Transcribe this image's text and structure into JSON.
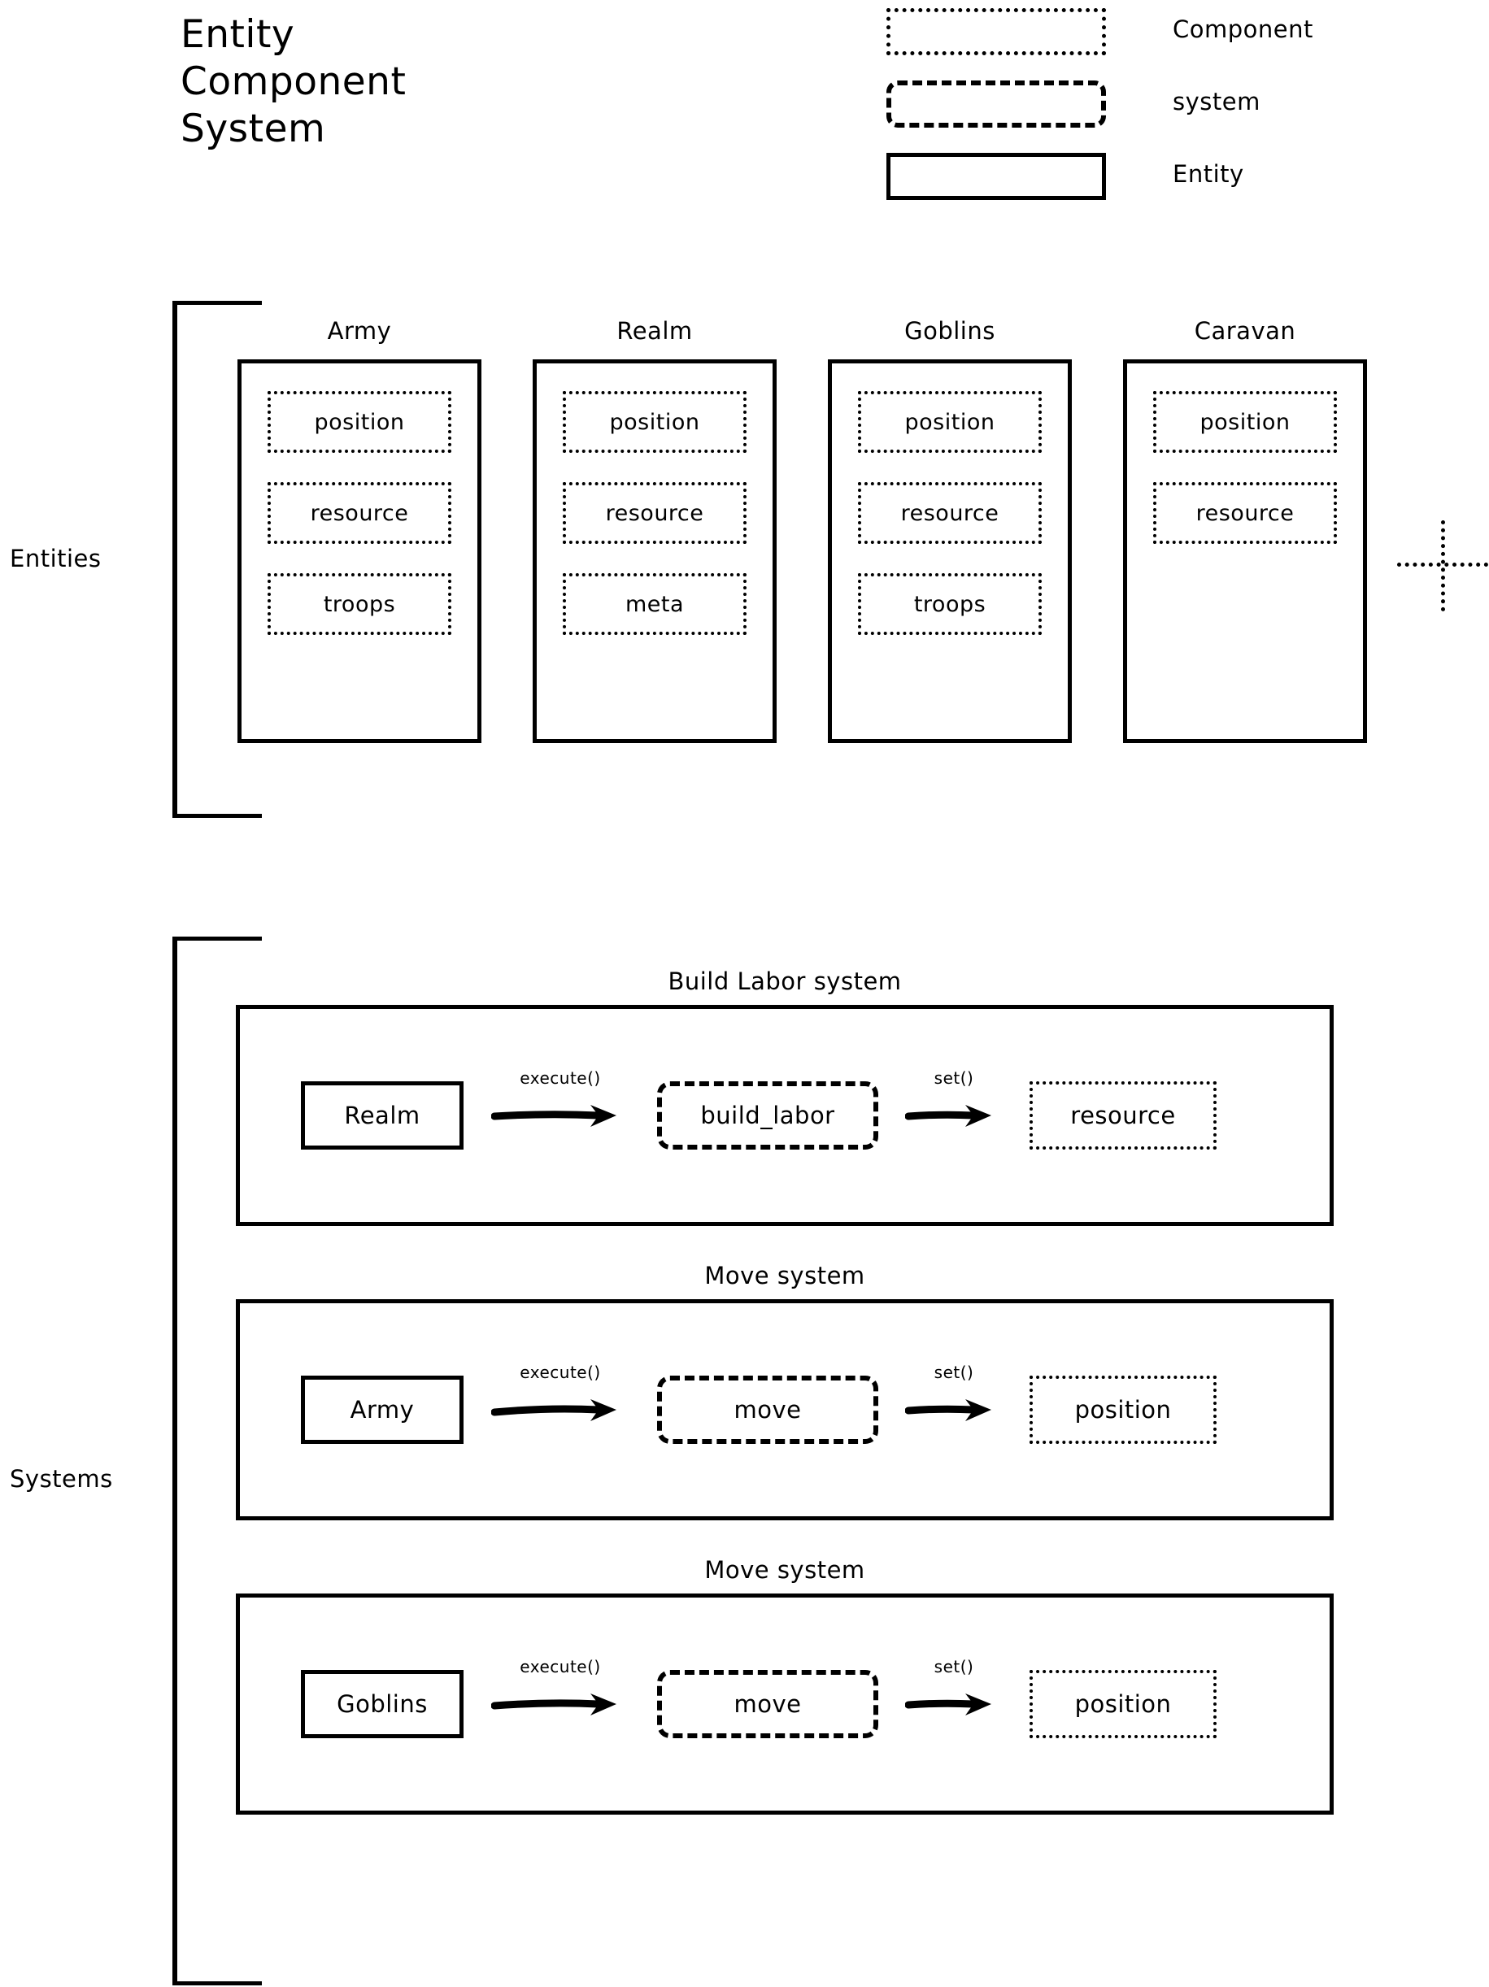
{
  "title": {
    "line1": "Entity",
    "line2": "Component",
    "line3": "System"
  },
  "legend": {
    "items": [
      {
        "key": "component",
        "label": "Component",
        "style": "dotted"
      },
      {
        "key": "system",
        "label": "system",
        "style": "dashed"
      },
      {
        "key": "entity",
        "label": "Entity",
        "style": "solid"
      }
    ]
  },
  "sections": {
    "entities_label": "Entities",
    "systems_label": "Systems"
  },
  "entities": [
    {
      "name": "Army",
      "components": [
        "position",
        "resource",
        "troops"
      ]
    },
    {
      "name": "Realm",
      "components": [
        "position",
        "resource",
        "meta"
      ]
    },
    {
      "name": "Goblins",
      "components": [
        "position",
        "resource",
        "troops"
      ]
    },
    {
      "name": "Caravan",
      "components": [
        "position",
        "resource"
      ]
    }
  ],
  "entities_more_marker": "plus-marker",
  "systems": [
    {
      "title": "Build Labor system",
      "entity": "Realm",
      "arrow1_label": "execute()",
      "system": "build_labor",
      "arrow2_label": "set()",
      "component": "resource"
    },
    {
      "title": "Move system",
      "entity": "Army",
      "arrow1_label": "execute()",
      "system": "move",
      "arrow2_label": "set()",
      "component": "position"
    },
    {
      "title": "Move system",
      "entity": "Goblins",
      "arrow1_label": "execute()",
      "system": "move",
      "arrow2_label": "set()",
      "component": "position"
    }
  ],
  "colors": {
    "ink": "#000000",
    "paper": "#ffffff"
  }
}
